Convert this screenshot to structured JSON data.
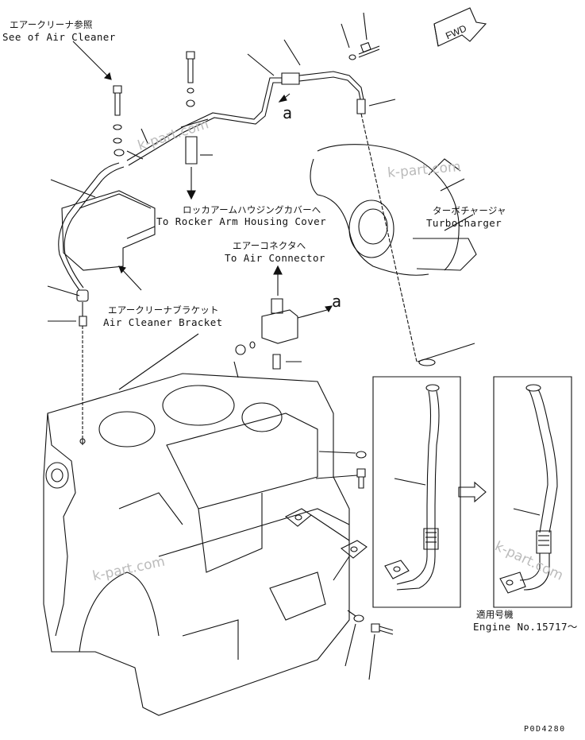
{
  "labels": {
    "air_cleaner_jp": "エアークリーナ参照",
    "air_cleaner_en": "See of Air Cleaner",
    "rocker_jp": "ロッカアームハウジングカバーへ",
    "rocker_en": "To Rocker Arm Housing Cover",
    "connector_jp": "エアーコネクタへ",
    "connector_en": "To Air Connector",
    "turbo_jp": "ターボチャージャ",
    "turbo_en": "Turbocharger",
    "bracket_jp": "エアークリーナブラケット",
    "bracket_en": "Air Cleaner Bracket",
    "engine_jp": "適用号機",
    "engine_en": "Engine No.15717～",
    "detail_a": "a",
    "fwd": "FWD",
    "drawing_code": "P0D4280"
  },
  "watermarks": [
    "k-part.com",
    "k-part.com",
    "k-part.com",
    "k-part.com"
  ]
}
